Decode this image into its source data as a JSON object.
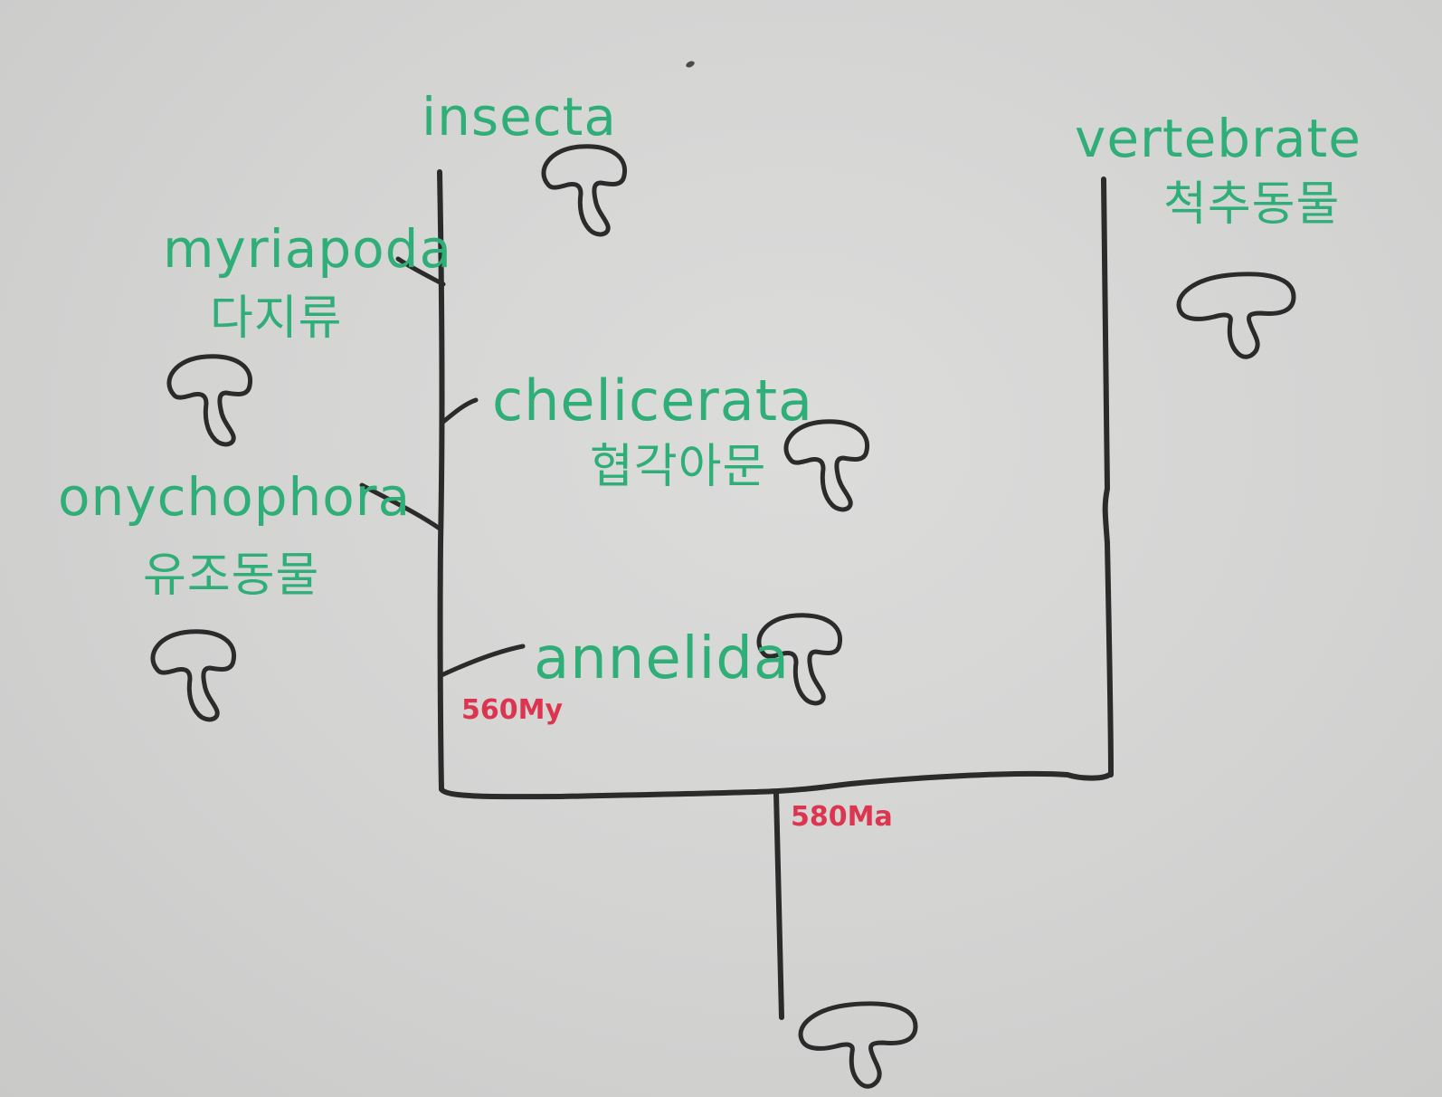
{
  "diagram": {
    "type": "phylogenetic-tree",
    "medium": "hand-drawn whiteboard",
    "colors": {
      "background": "#d6d6d5",
      "branch": "#2b2b2b",
      "taxon_label": "#2fae78",
      "time_label": "#dc3550",
      "mushroom_outline": "#2b2b2b"
    },
    "taxa": [
      {
        "id": "insecta",
        "name": "insecta",
        "korean": "",
        "icon": "mushroom-thin-stem-icon"
      },
      {
        "id": "myriapoda",
        "name": "myriapoda",
        "korean": "다지류",
        "icon": "mushroom-thin-stem-icon"
      },
      {
        "id": "chelicerata",
        "name": "chelicerata",
        "korean": "협각아문",
        "icon": "mushroom-thin-stem-icon"
      },
      {
        "id": "onychophora",
        "name": "onychophora",
        "korean": "유조동물",
        "icon": "mushroom-thin-stem-icon"
      },
      {
        "id": "annelida",
        "name": "annelida",
        "korean": "",
        "icon": "mushroom-thin-stem-icon"
      },
      {
        "id": "vertebrate",
        "name": "vertebrate",
        "korean": "척추동물",
        "icon": "mushroom-button-stem-icon"
      }
    ],
    "root_icon": "mushroom-button-stem-icon",
    "nodes": [
      {
        "id": "protostome-split",
        "label": "560My"
      },
      {
        "id": "root-split",
        "label": "580Ma"
      }
    ]
  }
}
